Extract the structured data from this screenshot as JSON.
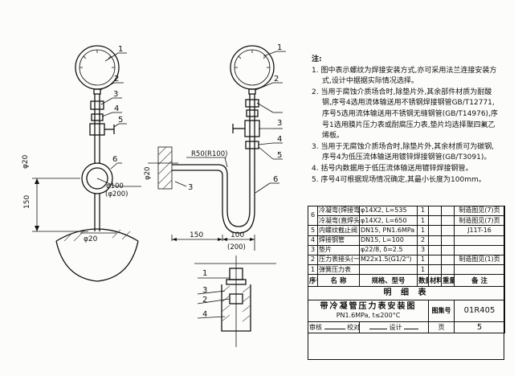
{
  "drawing": {
    "dims": {
      "d20_left": "φ20",
      "d100_a": "φ100",
      "d100_b": "(φ200)",
      "h150": "150",
      "d20_bottom": "φ20",
      "r50": "R50(R100)",
      "d20_mid": "φ20",
      "w150": "150",
      "w100": "100",
      "w200": "(200)"
    },
    "callouts": [
      "1",
      "2",
      "3",
      "4",
      "5",
      "6",
      "1",
      "2",
      "3",
      "4",
      "5",
      "6",
      "3",
      "3",
      "1",
      "3",
      "2",
      "4"
    ]
  },
  "notes": {
    "header": "注:",
    "items": [
      {
        "num": "1.",
        "text": "图中表示螺纹为焊接安装方式,亦可采用法兰连接安装方式,设计中据据实际情况选择。"
      },
      {
        "num": "2.",
        "text": "当用于腐蚀介质场合时,除垫片外,其余部件材质为耐酸钢,序号4选用流体输送用不锈钢焊接钢管GB/T12771,序号5选用流体输送用不锈钢无缝钢管(GB/T14976),序号1选用膜片压力表或耐腐压力表,垫片均选择聚四氟乙烯板。"
      },
      {
        "num": "3.",
        "text": "当用于无腐蚀介质场合时,除垫片外,其余材质可为碳钢,序号4为低压流体输送用镀锌焊接钢管(GB/T3091)。"
      },
      {
        "num": "4.",
        "text": "括号内数据用于低压流体输送用镀锌焊接钢管。"
      },
      {
        "num": "5.",
        "text": "序号4可根据现场情况确定,其最小长度为100mm。"
      }
    ]
  },
  "parts_table": {
    "rows": [
      {
        "no": "6",
        "name": "冷凝弯(焊接弯头)",
        "spec": "φ14X2, L=535",
        "qty": "1",
        "material": "",
        "weight": "",
        "remark": "制造图见(7)页"
      },
      {
        "no": "",
        "name": "冷凝弯(直焊头)",
        "spec": "φ14X2, L=650",
        "qty": "1",
        "material": "",
        "weight": "",
        "remark": "制造图见(7)页"
      },
      {
        "no": "5",
        "name": "内螺纹截止阀",
        "spec": "DN15, PN1.6MPa",
        "qty": "1",
        "material": "",
        "weight": "",
        "remark": "J11T-16"
      },
      {
        "no": "4",
        "name": "焊接钢管",
        "spec": "DN15, L=100",
        "qty": "2",
        "material": "",
        "weight": "",
        "remark": ""
      },
      {
        "no": "3",
        "name": "垫片",
        "spec": "φ22/8, δ=2.5",
        "qty": "3",
        "material": "",
        "weight": "",
        "remark": ""
      },
      {
        "no": "2",
        "name": "压力表接头(一)",
        "spec": "M22x1.5(G1/2\")",
        "qty": "1",
        "material": "",
        "weight": "",
        "remark": "制造图见(1)页"
      },
      {
        "no": "1",
        "name": "弹簧压力表",
        "spec": "",
        "qty": "1",
        "material": "",
        "weight": "",
        "remark": ""
      }
    ],
    "headers": {
      "no": "序号",
      "name": "名  称",
      "spec": "规格、型号",
      "qty": "数量",
      "material": "材料",
      "weight": "重量(kg)",
      "remark": "备  注"
    },
    "caption": "明 细 表"
  },
  "title_block": {
    "title": "带冷凝管压力表安装图",
    "subtitle": "PN1.6MPa, t≤200°C",
    "atlas_label": "图集号",
    "atlas_no": "01R405",
    "review_label": "审核",
    "check_label": "校对",
    "design_label": "设计",
    "page_label": "页",
    "page_no": "5"
  }
}
